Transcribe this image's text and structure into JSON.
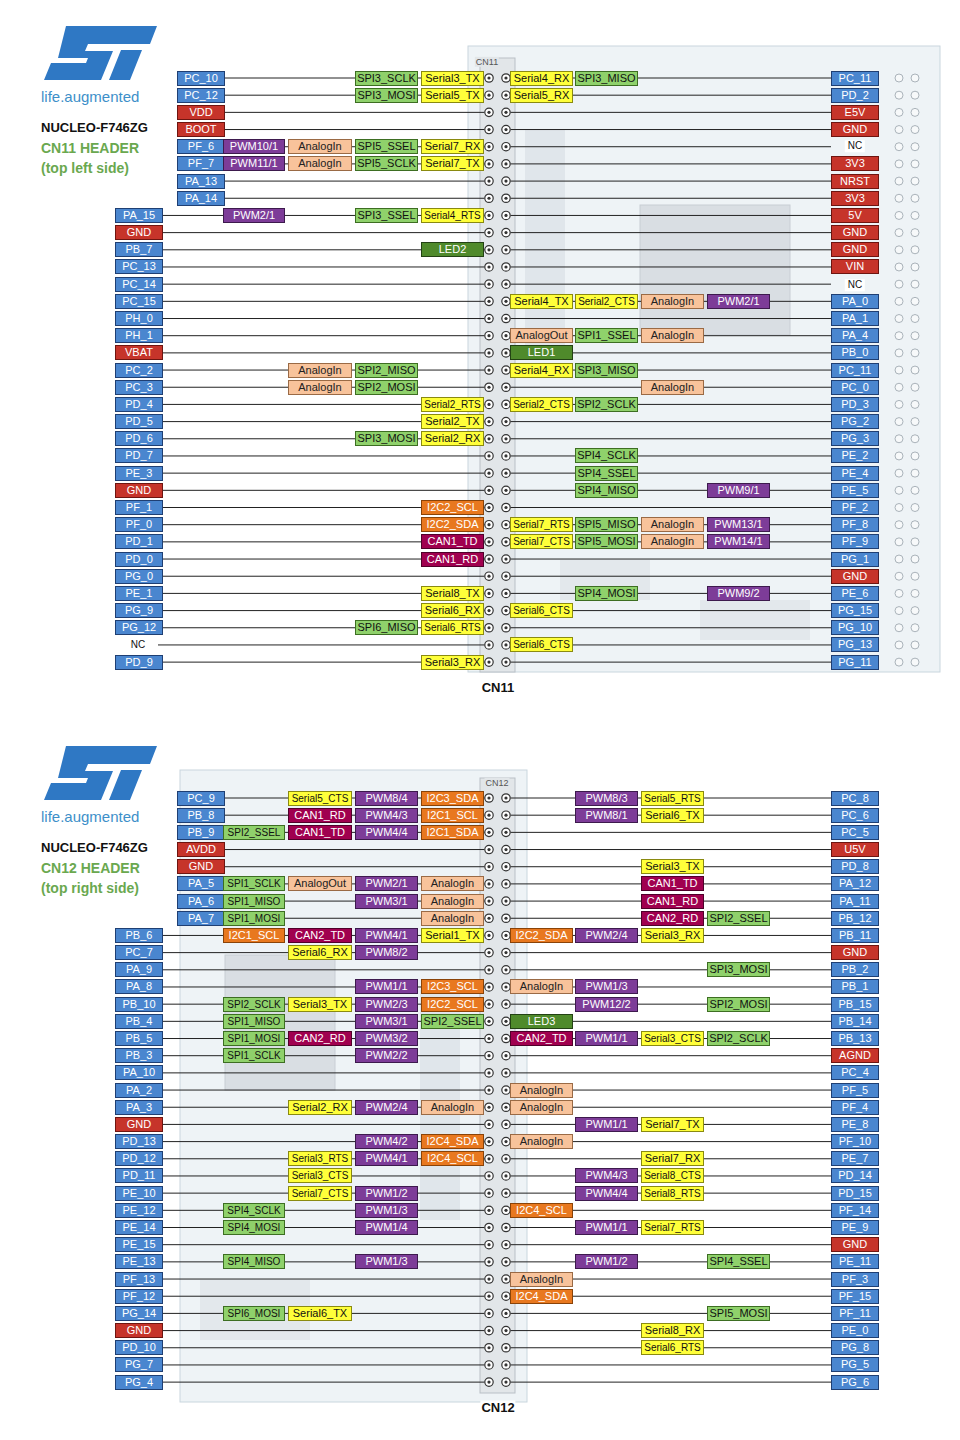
{
  "diagram": {
    "nodes": [
      {
        "text": [
          "PC_10"
        ]
      },
      {
        "text": [
          "SPI3_SCLK"
        ]
      },
      {
        "text": [
          "Serial3_TX"
        ]
      },
      {
        "text": [
          "Serial4_RX"
        ]
      },
      {
        "text": [
          "SPI3_MISO"
        ]
      },
      {
        "text": [
          "PC_11"
        ]
      },
      {
        "text": [
          "PC_12"
        ]
      },
      {
        "text": [
          "SPI3_MOSI"
        ]
      },
      {
        "text": [
          "Serial5_TX"
        ]
      },
      {
        "text": [
          "Serial5_RX"
        ]
      },
      {
        "text": [
          "PD_2"
        ]
      },
      {
        "text": [
          "VDD"
        ]
      },
      {
        "text": [
          "E5V"
        ]
      },
      {
        "text": [
          "BOOT"
        ]
      },
      {
        "text": [
          "GND"
        ]
      },
      {
        "text": [
          "PF_6"
        ]
      },
      {
        "text": [
          "PWM10/1"
        ]
      },
      {
        "text": [
          "AnalogIn"
        ]
      },
      {
        "text": [
          "SPI5_SSEL"
        ]
      },
      {
        "text": [
          "Serial7_RX"
        ]
      },
      {
        "text": [
          "PF_7"
        ]
      },
      {
        "text": [
          "PWM11/1"
        ]
      },
      {
        "text": [
          "AnalogIn"
        ]
      },
      {
        "text": [
          "SPI5_SCLK"
        ]
      },
      {
        "text": [
          "Serial7_TX"
        ]
      },
      {
        "text": [
          "3V3"
        ]
      },
      {
        "text": [
          "PA_13"
        ]
      },
      {
        "text": [
          "NRST"
        ]
      },
      {
        "text": [
          "PA_14"
        ]
      },
      {
        "text": [
          "3V3"
        ]
      },
      {
        "text": [
          "PA_15"
        ]
      },
      {
        "text": [
          "PWM2/1"
        ]
      },
      {
        "text": [
          "SPI3_SSEL"
        ]
      },
      {
        "text": [
          "Serial4_RTS"
        ]
      },
      {
        "text": [
          "5V"
        ]
      },
      {
        "text": [
          "GND"
        ]
      },
      {
        "text": [
          "GND"
        ]
      },
      {
        "text": [
          "PB_7"
        ]
      },
      {
        "text": [
          "LED2"
        ]
      },
      {
        "text": [
          "GND"
        ]
      },
      {
        "text": [
          "PC_13"
        ]
      },
      {
        "text": [
          "VIN"
        ]
      },
      {
        "text": [
          "PC_14"
        ]
      },
      {
        "text": [
          "PC_15"
        ]
      },
      {
        "text": [
          "Serial4_TX"
        ]
      },
      {
        "text": [
          "Serial2_CTS"
        ]
      },
      {
        "text": [
          "AnalogIn"
        ]
      },
      {
        "text": [
          "PWM2/1"
        ]
      },
      {
        "text": [
          "PA_0"
        ]
      },
      {
        "text": [
          "PH_0"
        ]
      },
      {
        "text": [
          "PA_1"
        ]
      },
      {
        "text": [
          "PH_1"
        ]
      },
      {
        "text": [
          "AnalogOut"
        ]
      },
      {
        "text": [
          "SPI1_SSEL"
        ]
      },
      {
        "text": [
          "AnalogIn"
        ]
      },
      {
        "text": [
          "PA_4"
        ]
      },
      {
        "text": [
          "VBAT"
        ]
      },
      {
        "text": [
          "LED1"
        ]
      },
      {
        "text": [
          "PB_0"
        ]
      },
      {
        "text": [
          "PC_2"
        ]
      },
      {
        "text": [
          "AnalogIn"
        ]
      },
      {
        "text": [
          "SPI2_MISO"
        ]
      },
      {
        "text": [
          "Serial4_RX"
        ]
      },
      {
        "text": [
          "SPI3_MISO"
        ]
      },
      {
        "text": [
          "PC_11"
        ]
      },
      {
        "text": [
          "PC_3"
        ]
      },
      {
        "text": [
          "AnalogIn"
        ]
      },
      {
        "text": [
          "SPI2_MOSI"
        ]
      },
      {
        "text": [
          "AnalogIn"
        ]
      },
      {
        "text": [
          "PC_0"
        ]
      },
      {
        "text": [
          "PD_4"
        ]
      },
      {
        "text": [
          "Serial2_RTS"
        ]
      },
      {
        "text": [
          "Serial2_CTS"
        ]
      },
      {
        "text": [
          "SPI2_SCLK"
        ]
      },
      {
        "text": [
          "PD_3"
        ]
      },
      {
        "text": [
          "PD_5"
        ]
      },
      {
        "text": [
          "Serial2_TX"
        ]
      },
      {
        "text": [
          "PG_2"
        ]
      },
      {
        "text": [
          "PD_6"
        ]
      },
      {
        "text": [
          "SPI3_MOSI"
        ]
      },
      {
        "text": [
          "Serial2_RX"
        ]
      },
      {
        "text": [
          "PG_3"
        ]
      },
      {
        "text": [
          "PD_7"
        ]
      },
      {
        "text": [
          "SPI4_SCLK"
        ]
      },
      {
        "text": [
          "PE_2"
        ]
      },
      {
        "text": [
          "PE_3"
        ]
      },
      {
        "text": [
          "SPI4_SSEL"
        ]
      },
      {
        "text": [
          "PE_4"
        ]
      },
      {
        "text": [
          "GND"
        ]
      },
      {
        "text": [
          "SPI4_MISO"
        ]
      },
      {
        "text": [
          "PWM9/1"
        ]
      },
      {
        "text": [
          "PE_5"
        ]
      },
      {
        "text": [
          "PF_1"
        ]
      },
      {
        "text": [
          "I2C2_SCL"
        ]
      },
      {
        "text": [
          "PF_2"
        ]
      },
      {
        "text": [
          "PF_0"
        ]
      },
      {
        "text": [
          "I2C2_SDA"
        ]
      },
      {
        "text": [
          "Serial7_RTS"
        ]
      },
      {
        "text": [
          "SPI5_MISO"
        ]
      },
      {
        "text": [
          "AnalogIn"
        ]
      },
      {
        "text": [
          "PWM13/1"
        ]
      },
      {
        "text": [
          "PF_8"
        ]
      },
      {
        "text": [
          "PD_1"
        ]
      },
      {
        "text": [
          "CAN1_TD"
        ]
      },
      {
        "text": [
          "Serial7_CTS"
        ]
      },
      {
        "text": [
          "SPI5_MOSI"
        ]
      },
      {
        "text": [
          "AnalogIn"
        ]
      },
      {
        "text": [
          "PWM14/1"
        ]
      },
      {
        "text": [
          "PF_9"
        ]
      },
      {
        "text": [
          "PD_0"
        ]
      },
      {
        "text": [
          "CAN1_RD"
        ]
      },
      {
        "text": [
          "PG_1"
        ]
      },
      {
        "text": [
          "PG_0"
        ]
      },
      {
        "text": [
          "GND"
        ]
      },
      {
        "text": [
          "PE_1"
        ]
      },
      {
        "text": [
          "Serial8_TX"
        ]
      },
      {
        "text": [
          "SPI4_MOSI"
        ]
      },
      {
        "text": [
          "PWM9/2"
        ]
      },
      {
        "text": [
          "PE_6"
        ]
      },
      {
        "text": [
          "PG_9"
        ]
      },
      {
        "text": [
          "Serial6_RX"
        ]
      },
      {
        "text": [
          "Serial6_CTS"
        ]
      },
      {
        "text": [
          "PG_15"
        ]
      },
      {
        "text": [
          "PG_12"
        ]
      },
      {
        "text": [
          "SPI6_MISO"
        ]
      },
      {
        "text": [
          "Serial6_RTS"
        ]
      },
      {
        "text": [
          "PG_10"
        ]
      },
      {
        "text": [
          "Serial6_CTS"
        ]
      },
      {
        "text": [
          "PG_13"
        ]
      },
      {
        "text": [
          "PD_9"
        ]
      },
      {
        "text": [
          "Serial3_RX"
        ]
      },
      {
        "text": [
          "PG_11"
        ]
      },
      {
        "text": [
          "PC_9"
        ]
      },
      {
        "text": [
          "Serial5_CTS"
        ]
      },
      {
        "text": [
          "PWM8/4"
        ]
      },
      {
        "text": [
          "I2C3_SDA"
        ]
      },
      {
        "text": [
          "PWM8/3"
        ]
      },
      {
        "text": [
          "Serial5_RTS"
        ]
      },
      {
        "text": [
          "PC_8"
        ]
      },
      {
        "text": [
          "PB_8"
        ]
      },
      {
        "text": [
          "CAN1_RD"
        ]
      },
      {
        "text": [
          "PWM4/3"
        ]
      },
      {
        "text": [
          "I2C1_SCL"
        ]
      },
      {
        "text": [
          "PWM8/1"
        ]
      },
      {
        "text": [
          "Serial6_TX"
        ]
      },
      {
        "text": [
          "PC_6"
        ]
      },
      {
        "text": [
          "PB_9"
        ]
      },
      {
        "text": [
          "SPI2_SSEL"
        ]
      },
      {
        "text": [
          "CAN1_TD"
        ]
      },
      {
        "text": [
          "PWM4/4"
        ]
      },
      {
        "text": [
          "I2C1_SDA"
        ]
      },
      {
        "text": [
          "PC_5"
        ]
      },
      {
        "text": [
          "AVDD"
        ]
      },
      {
        "text": [
          "U5V"
        ]
      },
      {
        "text": [
          "GND"
        ]
      },
      {
        "text": [
          "Serial3_TX"
        ]
      },
      {
        "text": [
          "PD_8"
        ]
      },
      {
        "text": [
          "PA_5"
        ]
      },
      {
        "text": [
          "SPI1_SCLK"
        ]
      },
      {
        "text": [
          "AnalogOut"
        ]
      },
      {
        "text": [
          "PWM2/1"
        ]
      },
      {
        "text": [
          "AnalogIn"
        ]
      },
      {
        "text": [
          "CAN1_TD"
        ]
      },
      {
        "text": [
          "PA_12"
        ]
      },
      {
        "text": [
          "PA_6"
        ]
      },
      {
        "text": [
          "SPI1_MISO"
        ]
      },
      {
        "text": [
          "PWM3/1"
        ]
      },
      {
        "text": [
          "AnalogIn"
        ]
      },
      {
        "text": [
          "CAN1_RD"
        ]
      },
      {
        "text": [
          "PA_11"
        ]
      },
      {
        "text": [
          "PA_7"
        ]
      },
      {
        "text": [
          "SPI1_MOSI"
        ]
      },
      {
        "text": [
          "AnalogIn"
        ]
      },
      {
        "text": [
          "CAN2_RD"
        ]
      },
      {
        "text": [
          "SPI2_SSEL"
        ]
      },
      {
        "text": [
          "PB_12"
        ]
      },
      {
        "text": [
          "PB_6"
        ]
      },
      {
        "text": [
          "I2C1_SCL"
        ]
      },
      {
        "text": [
          "CAN2_TD"
        ]
      },
      {
        "text": [
          "PWM4/1"
        ]
      },
      {
        "text": [
          "Serial1_TX"
        ]
      },
      {
        "text": [
          "I2C2_SDA"
        ]
      },
      {
        "text": [
          "PWM2/4"
        ]
      },
      {
        "text": [
          "Serial3_RX"
        ]
      },
      {
        "text": [
          "PB_11"
        ]
      },
      {
        "text": [
          "PC_7"
        ]
      },
      {
        "text": [
          "Serial6_RX"
        ]
      },
      {
        "text": [
          "PWM8/2"
        ]
      },
      {
        "text": [
          "GND"
        ]
      },
      {
        "text": [
          "PA_9"
        ]
      },
      {
        "text": [
          "SPI3_MOSI"
        ]
      },
      {
        "text": [
          "PB_2"
        ]
      },
      {
        "text": [
          "PA_8"
        ]
      },
      {
        "text": [
          "PWM1/1"
        ]
      },
      {
        "text": [
          "I2C3_SCL"
        ]
      },
      {
        "text": [
          "AnalogIn"
        ]
      },
      {
        "text": [
          "PWM1/3"
        ]
      },
      {
        "text": [
          "PB_1"
        ]
      },
      {
        "text": [
          "PB_10"
        ]
      },
      {
        "text": [
          "SPI2_SCLK"
        ]
      },
      {
        "text": [
          "Serial3_TX"
        ]
      },
      {
        "text": [
          "PWM2/3"
        ]
      },
      {
        "text": [
          "I2C2_SCL"
        ]
      },
      {
        "text": [
          "PWM12/2"
        ]
      },
      {
        "text": [
          "SPI2_MOSI"
        ]
      },
      {
        "text": [
          "PB_15"
        ]
      },
      {
        "text": [
          "PB_4"
        ]
      },
      {
        "text": [
          "SPI1_MISO"
        ]
      },
      {
        "text": [
          "PWM3/1"
        ]
      },
      {
        "text": [
          "SPI2_SSEL"
        ]
      },
      {
        "text": [
          "LED3"
        ]
      },
      {
        "text": [
          "PB_14"
        ]
      },
      {
        "text": [
          "PB_5"
        ]
      },
      {
        "text": [
          "SPI1_MOSI"
        ]
      },
      {
        "text": [
          "CAN2_RD"
        ]
      },
      {
        "text": [
          "PWM3/2"
        ]
      },
      {
        "text": [
          "CAN2_TD"
        ]
      },
      {
        "text": [
          "PWM1/1"
        ]
      },
      {
        "text": [
          "Serial3_CTS"
        ]
      },
      {
        "text": [
          "SPI2_SCLK"
        ]
      },
      {
        "text": [
          "PB_13"
        ]
      },
      {
        "text": [
          "PB_3"
        ]
      },
      {
        "text": [
          "SPI1_SCLK"
        ]
      },
      {
        "text": [
          "PWM2/2"
        ]
      },
      {
        "text": [
          "AGND"
        ]
      },
      {
        "text": [
          "PA_10"
        ]
      },
      {
        "text": [
          "PC_4"
        ]
      },
      {
        "text": [
          "PA_2"
        ]
      },
      {
        "text": [
          "AnalogIn"
        ]
      },
      {
        "text": [
          "PF_5"
        ]
      },
      {
        "text": [
          "PA_3"
        ]
      },
      {
        "text": [
          "Serial2_RX"
        ]
      },
      {
        "text": [
          "PWM2/4"
        ]
      },
      {
        "text": [
          "AnalogIn"
        ]
      },
      {
        "text": [
          "AnalogIn"
        ]
      },
      {
        "text": [
          "PF_4"
        ]
      },
      {
        "text": [
          "GND"
        ]
      },
      {
        "text": [
          "PWM1/1"
        ]
      },
      {
        "text": [
          "Serial7_TX"
        ]
      },
      {
        "text": [
          "PE_8"
        ]
      },
      {
        "text": [
          "PD_13"
        ]
      },
      {
        "text": [
          "PWM4/2"
        ]
      },
      {
        "text": [
          "I2C4_SDA"
        ]
      },
      {
        "text": [
          "AnalogIn"
        ]
      },
      {
        "text": [
          "PF_10"
        ]
      },
      {
        "text": [
          "PD_12"
        ]
      },
      {
        "text": [
          "Serial3_RTS"
        ]
      },
      {
        "text": [
          "PWM4/1"
        ]
      },
      {
        "text": [
          "I2C4_SCL"
        ]
      },
      {
        "text": [
          "Serial7_RX"
        ]
      },
      {
        "text": [
          "PE_7"
        ]
      },
      {
        "text": [
          "PD_11"
        ]
      },
      {
        "text": [
          "Serial3_CTS"
        ]
      },
      {
        "text": [
          "PWM4/3"
        ]
      },
      {
        "text": [
          "Serial8_CTS"
        ]
      },
      {
        "text": [
          "PD_14"
        ]
      },
      {
        "text": [
          "PE_10"
        ]
      },
      {
        "text": [
          "Serial7_CTS"
        ]
      },
      {
        "text": [
          "PWM1/2"
        ]
      },
      {
        "text": [
          "PWM4/4"
        ]
      },
      {
        "text": [
          "Serial8_RTS"
        ]
      },
      {
        "text": [
          "PD_15"
        ]
      },
      {
        "text": [
          "PE_12"
        ]
      },
      {
        "text": [
          "SPI4_SCLK"
        ]
      },
      {
        "text": [
          "PWM1/3"
        ]
      },
      {
        "text": [
          "I2C4_SCL"
        ]
      },
      {
        "text": [
          "PF_14"
        ]
      },
      {
        "text": [
          "PE_14"
        ]
      },
      {
        "text": [
          "SPI4_MOSI"
        ]
      },
      {
        "text": [
          "PWM1/4"
        ]
      },
      {
        "text": [
          "PWM1/1"
        ]
      },
      {
        "text": [
          "Serial7_RTS"
        ]
      },
      {
        "text": [
          "PE_9"
        ]
      },
      {
        "text": [
          "PE_15"
        ]
      },
      {
        "text": [
          "GND"
        ]
      },
      {
        "text": [
          "PE_13"
        ]
      },
      {
        "text": [
          "SPI4_MISO"
        ]
      },
      {
        "text": [
          "PWM1/3"
        ]
      },
      {
        "text": [
          "PWM1/2"
        ]
      },
      {
        "text": [
          "SPI4_SSEL"
        ]
      },
      {
        "text": [
          "PE_11"
        ]
      },
      {
        "text": [
          "PF_13"
        ]
      },
      {
        "text": [
          "AnalogIn"
        ]
      },
      {
        "text": [
          "PF_3"
        ]
      },
      {
        "text": [
          "PF_12"
        ]
      },
      {
        "text": [
          "I2C4_SDA"
        ]
      },
      {
        "text": [
          "PF_15"
        ]
      },
      {
        "text": [
          "PG_14"
        ]
      },
      {
        "text": [
          "SPI6_MOSI"
        ]
      },
      {
        "text": [
          "Serial6_TX"
        ]
      },
      {
        "text": [
          "SPI5_MOSI"
        ]
      },
      {
        "text": [
          "PF_11"
        ]
      },
      {
        "text": [
          "GND"
        ]
      },
      {
        "text": [
          "Serial8_RX"
        ]
      },
      {
        "text": [
          "PE_0"
        ]
      },
      {
        "text": [
          "PD_10"
        ]
      },
      {
        "text": [
          "Serial6_RTS"
        ]
      },
      {
        "text": [
          "PG_8"
        ]
      },
      {
        "text": [
          "PG_7"
        ]
      },
      {
        "text": [
          "PG_5"
        ]
      },
      {
        "text": [
          "PG_4"
        ]
      },
      {
        "text": [
          "PG_6"
        ]
      }
    ],
    "labels": [
      "CN11",
      "life.augmented",
      "NUCLEO-F746ZG",
      "CN11 HEADER",
      "(top left side)",
      "NC",
      "NC",
      "NC",
      "CN11",
      "CN12",
      "life.augmented",
      "NUCLEO-F746ZG",
      "CN12 HEADER",
      "(top right side)",
      "CN12"
    ]
  }
}
